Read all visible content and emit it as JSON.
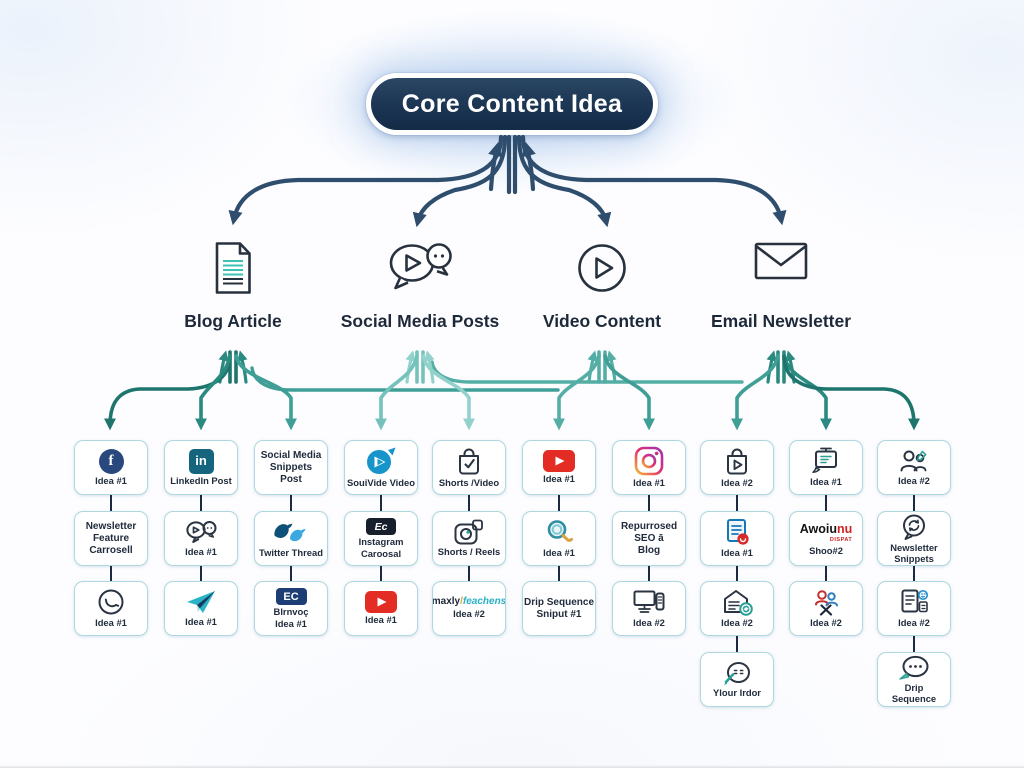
{
  "title": "Core Content Idea",
  "categories": [
    {
      "label": "Blog Article",
      "icon": "blog-document-icon"
    },
    {
      "label": "Social Media Posts",
      "icon": "chat-bubbles-play-icon"
    },
    {
      "label": "Video Content",
      "icon": "video-play-circle-icon"
    },
    {
      "label": "Email Newsletter",
      "icon": "envelope-icon"
    }
  ],
  "columns": [
    {
      "cards": [
        {
          "icon": "facebook-icon",
          "lines": [
            "Idea #1"
          ]
        },
        {
          "icon": null,
          "lines": [
            "Newsletter",
            "Feature",
            "Carrosell"
          ]
        },
        {
          "icon": "phone-call-icon",
          "lines": [
            "Idea #1"
          ]
        }
      ]
    },
    {
      "cards": [
        {
          "icon": "linkedin-icon",
          "lines": [
            "LinkedIn Post"
          ]
        },
        {
          "icon": "chat-play-small-icon",
          "lines": [
            "Idea #1"
          ]
        },
        {
          "icon": "paper-plane-icon",
          "lines": [
            "Idea #1"
          ]
        }
      ]
    },
    {
      "cards": [
        {
          "icon": null,
          "lines": [
            "Social Media",
            "Snippets",
            "Post"
          ]
        },
        {
          "icon": "twitter-birds-icon",
          "lines": [
            "Twitter Thread"
          ]
        },
        {
          "icon": "ec-badge-icon",
          "lines": [
            "Blrnvoç",
            "Idea #1"
          ]
        }
      ]
    },
    {
      "cards": [
        {
          "icon": "souivide-play-icon",
          "lines": [
            "SouiVide Video"
          ]
        },
        {
          "icon": "ig-badge-icon",
          "lines": [
            "Instagram",
            "Caroosal"
          ]
        },
        {
          "icon": "youtube-icon",
          "lines": [
            "Idea #1"
          ]
        }
      ]
    },
    {
      "cards": [
        {
          "icon": "shopping-bag-check-icon",
          "lines": [
            "Shorts /Video"
          ]
        },
        {
          "icon": "camera-icon",
          "lines": [
            "Shorts / Reels"
          ]
        },
        {
          "icon": "maxly-logo",
          "lines": [
            "Idea #2"
          ]
        }
      ]
    },
    {
      "cards": [
        {
          "icon": "youtube-icon",
          "lines": [
            "Idea #1"
          ]
        },
        {
          "icon": "magnifier-icon",
          "lines": [
            "Idea #1"
          ]
        },
        {
          "icon": null,
          "lines": [
            "Drip Sequence",
            "Sniput #1"
          ]
        }
      ]
    },
    {
      "cards": [
        {
          "icon": "instagram-icon",
          "lines": [
            "Idea #1"
          ]
        },
        {
          "icon": null,
          "lines": [
            "Repurrosed",
            "SEO ā",
            "Blog"
          ]
        },
        {
          "icon": "desktop-phone-icon",
          "lines": [
            "Idea #2"
          ]
        }
      ]
    },
    {
      "cards": [
        {
          "icon": "shopping-bag-play-icon",
          "lines": [
            "Idea #2"
          ]
        },
        {
          "icon": "document-red-badge-icon",
          "lines": [
            "Idea #1"
          ]
        },
        {
          "icon": "mail-refresh-icon",
          "lines": [
            "Idea #2"
          ]
        },
        {
          "icon": "smiley-pencil-icon",
          "lines": [
            "Ylour Irdor"
          ]
        }
      ]
    },
    {
      "cards": [
        {
          "icon": "presentation-chat-icon",
          "lines": [
            "Idea #1"
          ]
        },
        {
          "icon": "awoiunu-logo",
          "lines": [
            "Shoo#2"
          ]
        },
        {
          "icon": "people-red-blue-icon",
          "lines": [
            "Idea #2"
          ]
        }
      ]
    },
    {
      "cards": [
        {
          "icon": "people-pencil-icon",
          "lines": [
            "Idea #2"
          ]
        },
        {
          "icon": "chat-refresh-icon",
          "lines": [
            "Newsletter",
            "Snippets"
          ]
        },
        {
          "icon": "document-smiley-icon",
          "lines": [
            "Idea #2"
          ]
        },
        {
          "icon": "chat-dots-icon",
          "lines": [
            "Drip",
            "Sequence"
          ]
        }
      ]
    }
  ],
  "logos": {
    "facebook_letter": "f",
    "linkedin_letters": "in",
    "ec_badge": "EC",
    "ig_badge": "Ec",
    "maxly_bold": "maxly",
    "maxly_slash": "/",
    "maxly_script": "feachens",
    "awoiunu_black": "Awoiu",
    "awoiunu_red": "nu",
    "awoiunu_sub": "DISPAT",
    "youtube_label": ""
  },
  "colors": {
    "pill_bg": "#1b3553",
    "arrow_navy": "#2f4e6e",
    "arrow_teal_dark": "#1d756d",
    "arrow_teal_mid": "#3f9e95",
    "arrow_teal_light": "#93d2cc",
    "card_border": "#aed8de",
    "youtube_red": "#e32c24",
    "facebook_blue": "#29487d",
    "linkedin_teal": "#16657f",
    "twitter_blue": "#3ba9e0",
    "paper_plane_teal": "#28b4c8",
    "badge_navy": "#1c3e74",
    "accent_teal": "#2aa096",
    "logo_red": "#cf2222",
    "connector": "#1b2a3e"
  }
}
